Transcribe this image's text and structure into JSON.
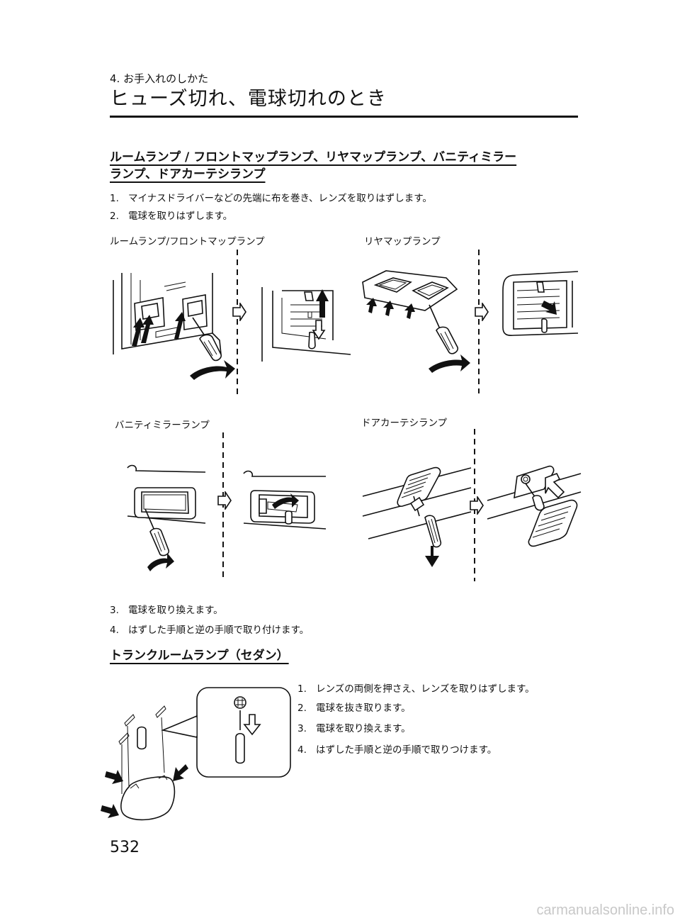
{
  "header": {
    "chapter": "4. お手入れのしかた",
    "title": "ヒューズ切れ、電球切れのとき"
  },
  "section1": {
    "heading_line1": "ルームランプ / フロントマップランプ、リヤマップランプ、バニティミラー",
    "heading_line2": "ランプ、ドアカーテシランプ",
    "steps_before": [
      {
        "num": "1.",
        "text": "マイナスドライバーなどの先端に布を巻き、レンズを取りはずします。"
      },
      {
        "num": "2.",
        "text": "電球を取りはずします。"
      }
    ],
    "captions": {
      "room": "ルームランプ/フロントマップランプ",
      "rear_map": "リヤマップランプ",
      "vanity": "バニティミラーランプ",
      "door": "ドアカーテシランプ"
    },
    "steps_after": [
      {
        "num": "3.",
        "text": "電球を取り換えます。"
      },
      {
        "num": "4.",
        "text": "はずした手順と逆の手順で取り付けます。"
      }
    ]
  },
  "section2": {
    "heading": "トランクルームランプ（セダン）",
    "steps": [
      {
        "num": "1.",
        "text": "レンズの両側を押さえ、レンズを取りはずします。"
      },
      {
        "num": "2.",
        "text": "電球を抜き取ります。"
      },
      {
        "num": "3.",
        "text": "電球を取り換えます。"
      },
      {
        "num": "4.",
        "text": "はずした手順と逆の手順で取りつけます。"
      }
    ]
  },
  "page_number": "532",
  "watermark": "carmanualsonline.info"
}
